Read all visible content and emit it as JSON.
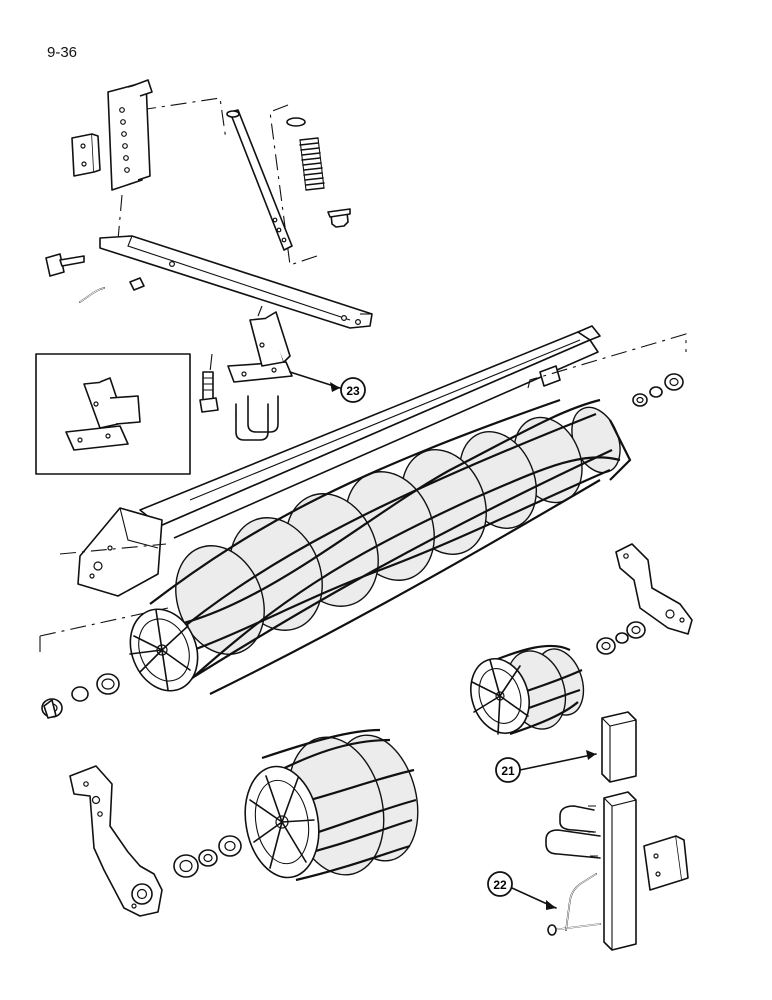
{
  "page": {
    "number": "9-36"
  },
  "callouts": [
    {
      "id": "c23",
      "label": "23"
    },
    {
      "id": "c21",
      "label": "21"
    },
    {
      "id": "c22",
      "label": "22"
    }
  ]
}
